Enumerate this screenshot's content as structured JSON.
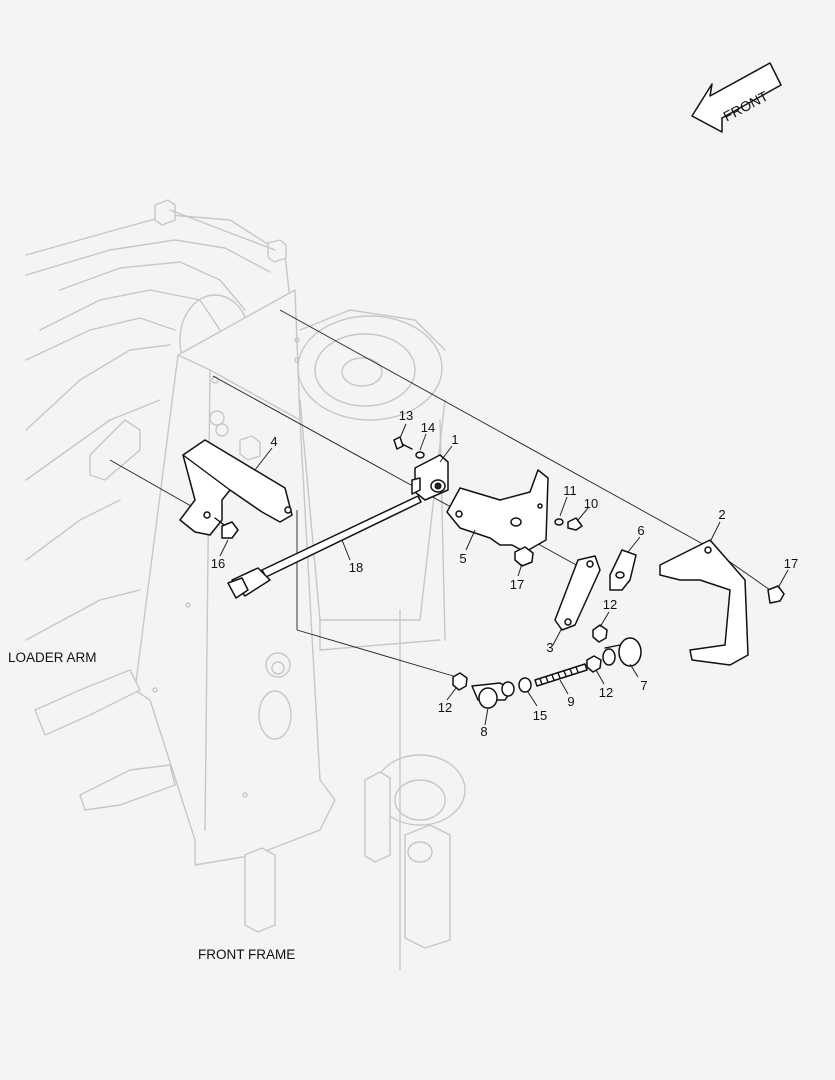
{
  "diagram": {
    "labels": {
      "front_arrow": "FRONT",
      "loader_arm": "LOADER ARM",
      "front_frame": "FRONT FRAME"
    },
    "callouts": [
      "1",
      "2",
      "3",
      "4",
      "5",
      "6",
      "7",
      "8",
      "9",
      "10",
      "11",
      "12",
      "12",
      "12",
      "13",
      "14",
      "15",
      "16",
      "17",
      "17",
      "18"
    ],
    "colors": {
      "parts_stroke": "#111111",
      "ghost_stroke": "#c7c7c7",
      "background": "#f4f4f4"
    }
  }
}
